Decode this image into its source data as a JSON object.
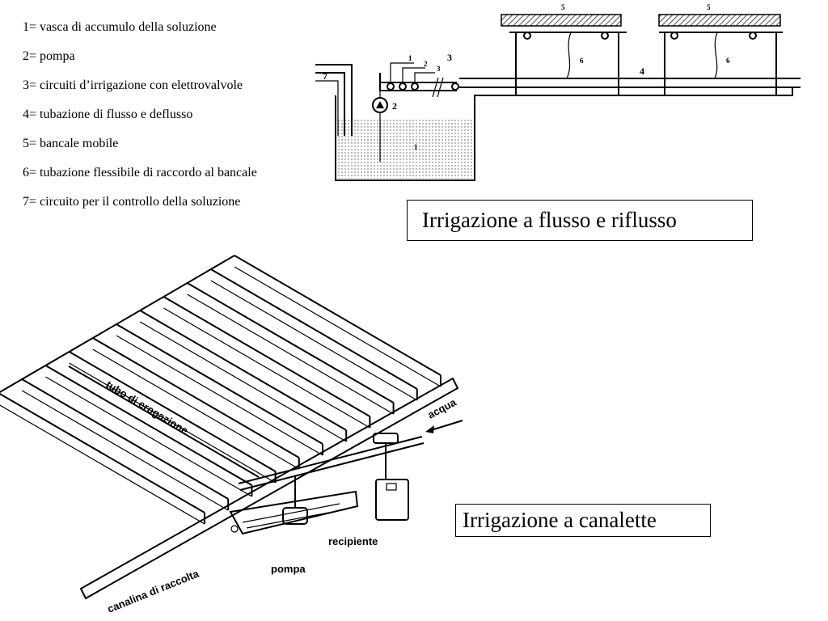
{
  "legend": [
    "1= vasca di accumulo della soluzione",
    "2= pompa",
    "3= circuiti d’irrigazione con elettrovalvole",
    "4= tubazione di flusso e deflusso",
    "5= bancale mobile",
    "6= tubazione flessibile di raccordo al bancale",
    "7= circuito per il controllo della soluzione"
  ],
  "captions": {
    "flow": "Irrigazione a flusso e riflusso",
    "channels": "Irrigazione a canalette"
  },
  "diagram_flow": {
    "labels": {
      "tank": "1",
      "pump": "2",
      "circuits": "3",
      "pipe": "4",
      "bench_left": "5",
      "bench_right": "5",
      "hose_left": "6",
      "hose_right": "6",
      "control": "7",
      "circuit_a": "1",
      "circuit_b": "2",
      "circuit_c": "3"
    }
  },
  "diagram_channels": {
    "labels": {
      "tube": "tubo di erogazione",
      "water": "acqua",
      "container": "recipiente",
      "pump": "pompa",
      "gutter": "canalina di raccolta"
    }
  }
}
